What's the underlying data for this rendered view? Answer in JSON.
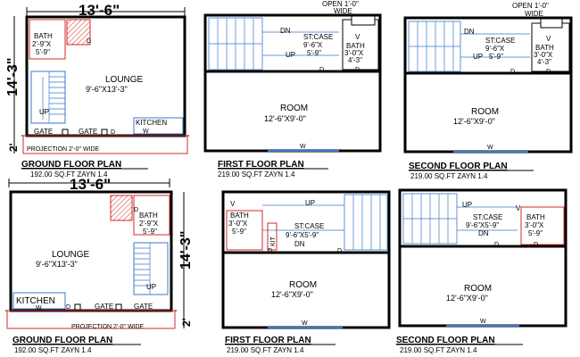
{
  "dims": {
    "width": "13'-6\"",
    "height": "14'-3\"",
    "proj": "2'"
  },
  "plans": [
    {
      "title": "GROUND FLOOR PLAN",
      "area": "192.00 SQ.FT ZAYN 1.4"
    },
    {
      "title": "FIRST FLOOR PLAN",
      "area": "219.00 SQ.FT ZAYN 1.4"
    },
    {
      "title": "SECOND FLOOR PLAN",
      "area": "219.00 SQ.FT ZAYN 1.4"
    },
    {
      "title": "GROUND FLOOR PLAN",
      "area": "192.00 SQ.FT ZAYN 1.4"
    },
    {
      "title": "FIRST FLOOR PLAN",
      "area": "219.00 SQ.FT ZAYN 1.4"
    },
    {
      "title": "SECOND FLOOR PLAN",
      "area": "219.00 SQ.FT ZAYN 1.4"
    }
  ],
  "rooms": {
    "lounge": "LOUNGE",
    "lounge_size": "9'-6\"X13'-3\"",
    "room": "ROOM",
    "room_size": "12'-6\"X9'-0\"",
    "bath": "BATH",
    "bath_g1": "2'-9\"X",
    "bath_g2": "5'-9\"",
    "bath_f1": "3'-0\"X",
    "bath_f2": "4'-3\"",
    "bath_r1": "3'-0\"X",
    "bath_r2": "5'-9\"",
    "kitchen": "KITCHEN",
    "kit_short": "KIT",
    "stcase": "ST:CASE",
    "stcase_size": "9'-6\"X",
    "stcase_size2": "5'-9\"",
    "stcase_wide": "9'-6\"X5'-9\""
  },
  "tags": {
    "up": "UP",
    "dn": "DN",
    "d": "D",
    "w": "W",
    "v": "V",
    "gate": "GATE"
  },
  "notes": {
    "open": "OPEN 1'-0\"",
    "wide": "WIDE",
    "projection": "PROJECTION 2'-0\" WIDE"
  },
  "colors": {
    "wall": "#000000",
    "accent": "#d62828",
    "stair": "#3a78c9"
  }
}
